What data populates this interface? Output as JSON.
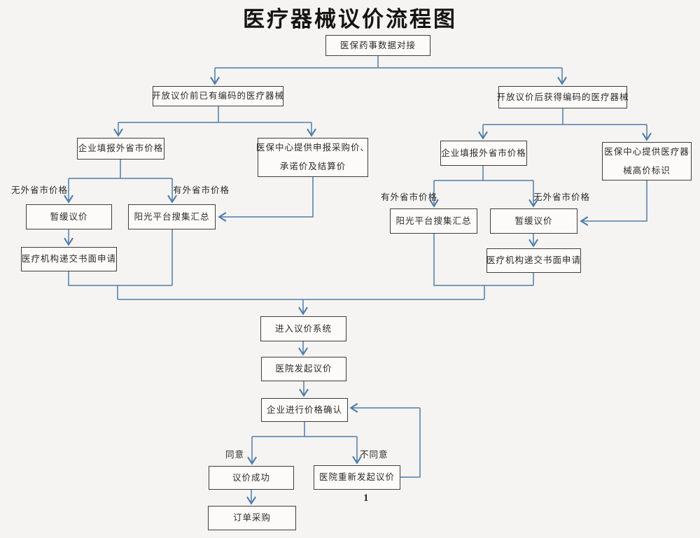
{
  "title": "医疗器械议价流程图",
  "page_number": "1",
  "colors": {
    "connector": "#4f7da9",
    "box_border": "#3e3e3e",
    "box_fill": "#fcfbf9",
    "background": "#f5f4f2",
    "text": "#2b2b2b"
  },
  "nodes": {
    "start": {
      "label": "医保药事数据对接"
    },
    "open_before": {
      "label": "开放议价前已有编码的医疗器械"
    },
    "open_after": {
      "label": "开放议价后获得编码的医疗器械"
    },
    "company_left": {
      "label": "企业填报外省市价格"
    },
    "insurance_left": {
      "line1": "医保中心提供申报采购价、",
      "line2": "承诺价及结算价"
    },
    "company_right": {
      "label": "企业填报外省市价格"
    },
    "insurance_right": {
      "line1": "医保中心提供医疗器",
      "line2": "械高价标识"
    },
    "pause_left": {
      "label": "暂缓议价"
    },
    "sunshine_left": {
      "label": "阳光平台搜集汇总"
    },
    "sunshine_right": {
      "label": "阳光平台搜集汇总"
    },
    "pause_right": {
      "label": "暂缓议价"
    },
    "apply_left": {
      "label": "医疗机构递交书面申请"
    },
    "apply_right": {
      "label": "医疗机构递交书面申请"
    },
    "enter_system": {
      "label": "进入议价系统"
    },
    "hospital_initiate": {
      "label": "医院发起议价"
    },
    "company_confirm": {
      "label": "企业进行价格确认"
    },
    "success": {
      "label": "议价成功"
    },
    "reinitiate": {
      "label": "医院重新发起议价"
    },
    "order": {
      "label": "订单采购"
    }
  },
  "edge_labels": {
    "no_external_left": "无外省市价格",
    "has_external_left": "有外省市价格",
    "has_external_right": "有外省市价格",
    "no_external_right": "无外省市价格",
    "agree": "同意",
    "disagree": "不同意"
  }
}
